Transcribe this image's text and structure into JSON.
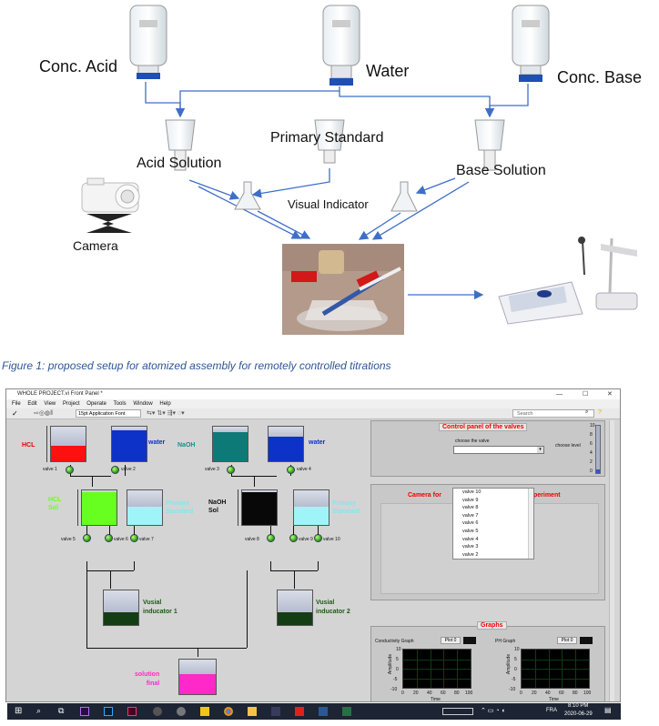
{
  "diagram": {
    "labels": {
      "conc_acid": "Conc. Acid",
      "water": "Water",
      "conc_base": "Conc. Base",
      "acid_solution": "Acid Solution",
      "primary_standard": "Primary Standard",
      "base_solution": "Base Solution",
      "visual_indicator": "Visual Indicator",
      "camera": "Camera"
    }
  },
  "caption": "Figure 1: proposed setup for atomized assembly for remotely controlled titrations",
  "window": {
    "title": "WHOLE PROJECT.vi Front Panel *",
    "menu": [
      "File",
      "Edit",
      "View",
      "Project",
      "Operate",
      "Tools",
      "Window",
      "Help"
    ],
    "font_select": "15pt Application Font",
    "search_placeholder": "Search",
    "controls": [
      "—",
      "☐",
      "✕"
    ]
  },
  "panel": {
    "tanks": {
      "hcl": "HCL",
      "water1": "water",
      "naoh": "NaOH",
      "water2": "water",
      "hcl_sol": "HCL\nSol",
      "primary_standard1": "Primary\nStandard",
      "naoh_sol": "NaOH\nSol",
      "primary_standard2": "Primary\nStandard",
      "indicator1": "Vusial\ninducator 1",
      "indicator2": "Vusial\ninducator 2",
      "final": "solution\nfinal"
    },
    "valves": [
      "valve 1",
      "valve 2",
      "valve 3",
      "valve 4",
      "valve 5",
      "valve 6",
      "valve 7",
      "valve 8",
      "valve 9",
      "valve 10"
    ],
    "colors": {
      "red": "#ff1010",
      "blue": "#0c32c8",
      "teal": "#0e7a78",
      "green": "#66ff20",
      "cyan": "#9ff4f8",
      "black": "#080808",
      "darkgreen": "#143d14",
      "magenta": "#ff28c8"
    }
  },
  "control_panel": {
    "title": "Control panel of the valves",
    "choose_valve": "choose the valve",
    "choose_level": "choose level",
    "level_ticks": [
      "10",
      "8",
      "6",
      "4",
      "2",
      "0"
    ],
    "dropdown": [
      "valve 10",
      "valve 9",
      "valve 8",
      "valve 7",
      "valve 6",
      "valve 5",
      "valve 4",
      "valve 3",
      "valve 2"
    ]
  },
  "camera_panel": {
    "title": "Camera for",
    "title_end": "periment"
  },
  "graphs": {
    "title": "Graphs",
    "conductivity": {
      "name": "Conductivity Graph",
      "plot": "Plot 0"
    },
    "ph": {
      "name": "PH Graph",
      "plot": "Plot 0"
    },
    "y_label": "Amplitude",
    "x_label": "Time",
    "y_ticks": [
      "10",
      "5",
      "0",
      "-5",
      "-10"
    ],
    "x_ticks": [
      "0",
      "20",
      "40",
      "60",
      "80",
      "100"
    ]
  },
  "taskbar": {
    "lang": "FRA",
    "time": "8:10 PM",
    "date": "2020-06-29"
  }
}
